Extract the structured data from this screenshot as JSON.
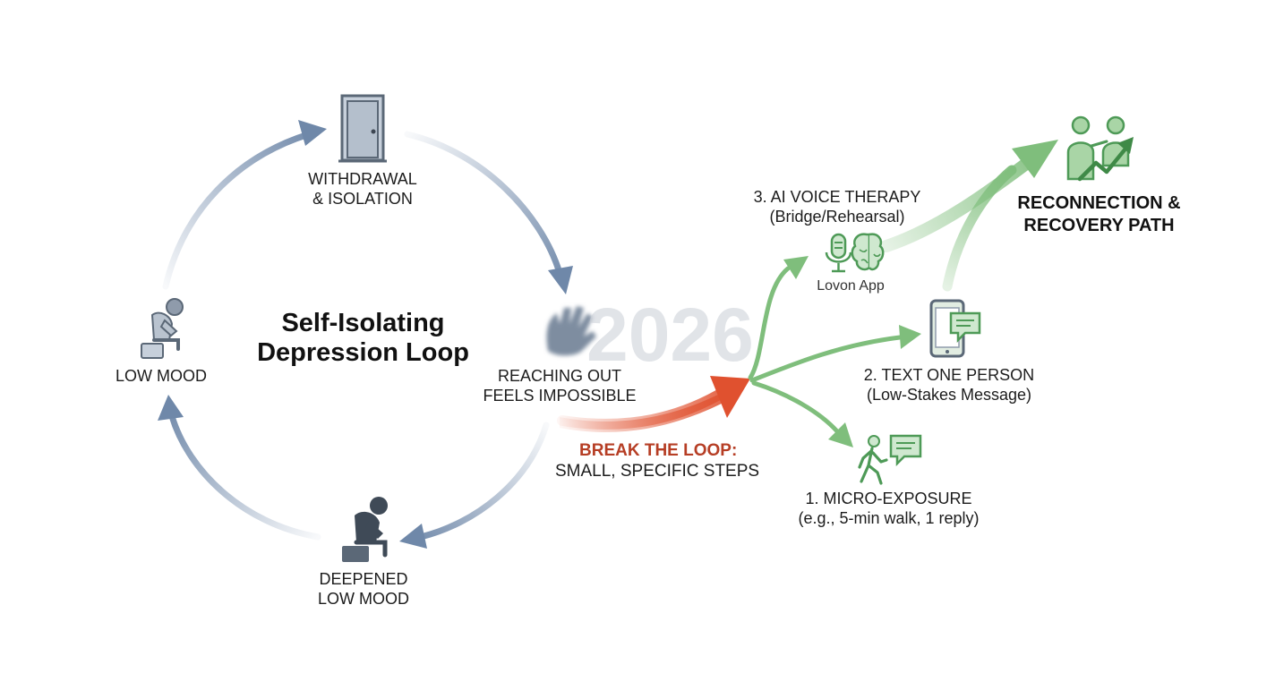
{
  "loop": {
    "title_line1": "Self-Isolating",
    "title_line2": "Depression Loop",
    "withdrawal_line1": "WITHDRAWAL",
    "withdrawal_line2": "& ISOLATION",
    "reaching_line1": "REACHING OUT",
    "reaching_line2": "FEELS IMPOSSIBLE",
    "deepened_line1": "DEEPENED",
    "deepened_line2": "LOW MOOD",
    "low_mood": "LOW MOOD"
  },
  "watermark": "2026",
  "break": {
    "line1": "BREAK THE LOOP:",
    "line2": "SMALL, SPECIFIC STEPS"
  },
  "steps": {
    "ai_line1": "3. AI VOICE THERAPY",
    "ai_line2": "(Bridge/Rehearsal)",
    "ai_app": "Lovon App",
    "text_line1": "2. TEXT ONE PERSON",
    "text_line2": "(Low-Stakes Message)",
    "micro_line1": "1. MICRO-EXPOSURE",
    "micro_line2": "(e.g., 5-min walk, 1 reply)"
  },
  "recovery": {
    "line1": "RECONNECTION &",
    "line2": "RECOVERY PATH"
  },
  "colors": {
    "loop_arrow": "#6f88a9",
    "break_arrow": "#e0512f",
    "step_arrow": "#7fbe7c",
    "icon_green": "#4e9a57",
    "icon_gray": "#5b6877"
  },
  "icons": [
    "door-icon",
    "hand-icon",
    "sad-person-icon",
    "depressed-person-icon",
    "microphone-icon",
    "brain-icon",
    "phone-message-icon",
    "walking-person-icon",
    "speech-bubble-icon",
    "people-growth-icon"
  ]
}
